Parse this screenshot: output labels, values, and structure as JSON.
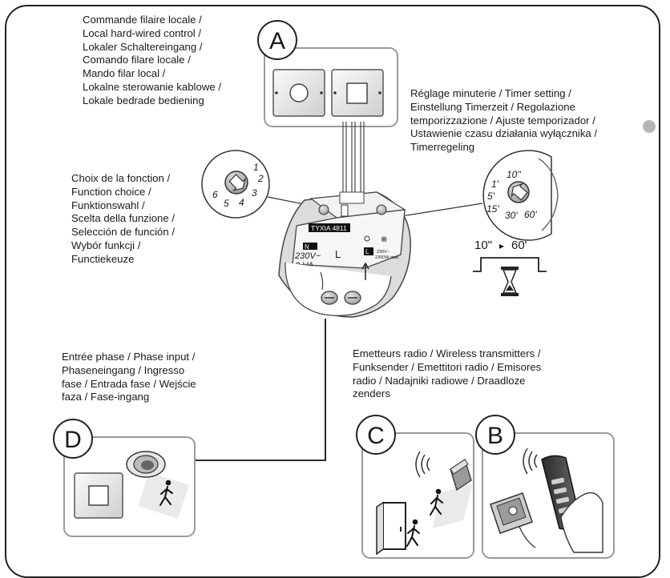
{
  "labels": {
    "a": [
      "Commande filaire locale /",
      "Local hard-wired control /",
      "Lokaler Schaltereingang /",
      "Comando filare locale /",
      "Mando filar local /",
      "Lokalne sterowanie kablowe /",
      "Lokale bedrade bediening"
    ],
    "timer": [
      "Réglage minuterie / Timer setting /",
      "Einstellung Timerzeit / Regolazione",
      "temporizzazione / Ajuste temporizador /",
      "Ustawienie czasu działania wyłącznika /",
      "Timerregeling"
    ],
    "func": [
      "Choix de la fonction /",
      "Function choice /",
      "Funktionswahl /",
      "Scelta della funzione /",
      "Selección de función /",
      "Wybór funkcji /",
      "Functiekeuze"
    ],
    "d": [
      "Entrée phase / Phase input /",
      "Phaseneingang / Ingresso",
      "fase / Entrada fase / Wejście",
      "faza / Fase-ingang"
    ],
    "c": [
      "Emetteurs radio / Wireless transmitters /",
      "Funksender / Emettitori radio / Emisores",
      "radio / Nadajniki radiowe / Draadloze",
      "zenders"
    ]
  },
  "letters": {
    "a": "A",
    "b": "B",
    "c": "C",
    "d": "D"
  },
  "func_dial": {
    "numbers": [
      "1",
      "2",
      "3",
      "4",
      "5",
      "6"
    ]
  },
  "timer_dial": {
    "numbers": [
      "10''",
      "1'",
      "5'",
      "15'",
      "30'",
      "60'"
    ]
  },
  "timer_range": {
    "from": "10\"",
    "to": "60'",
    "arrow": "▸"
  },
  "device": {
    "model": "TYXIA 4811",
    "voltage": "230V~",
    "power": "2 VA",
    "terminal_n": "N",
    "terminal_l": "L",
    "rating": "230V~",
    "max_load": "2300W max"
  }
}
